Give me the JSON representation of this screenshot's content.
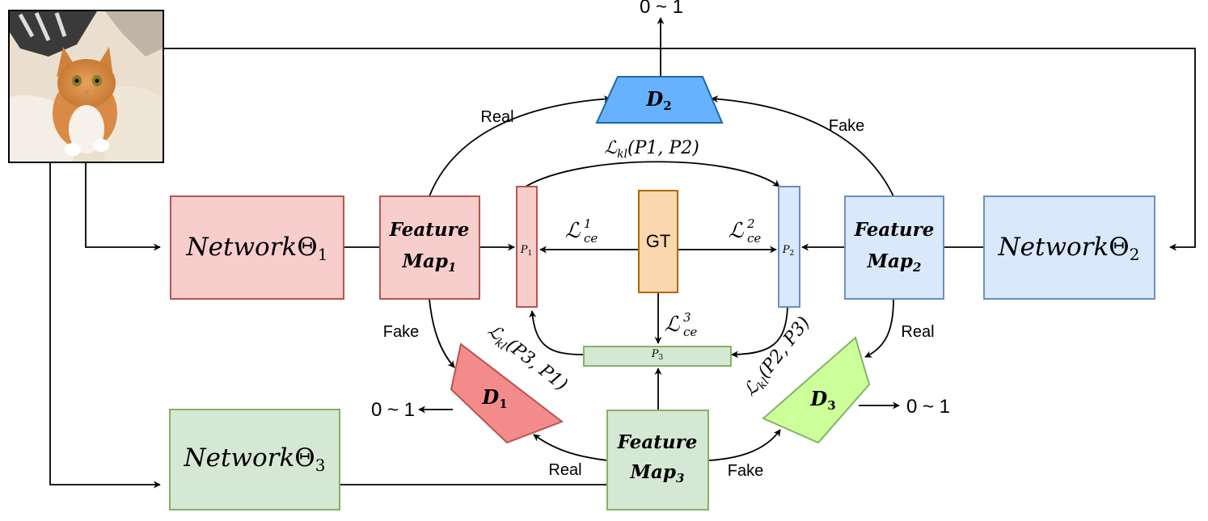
{
  "nodes": {
    "net1": {
      "main": "Network",
      "theta": "Θ",
      "sub": "1"
    },
    "net2": {
      "main": "Network",
      "theta": "Θ",
      "sub": "2"
    },
    "net3": {
      "main": "Network",
      "theta": "Θ",
      "sub": "3"
    },
    "fm1": {
      "line1": "Feature",
      "line2": "Map",
      "sub": "1"
    },
    "fm2": {
      "line1": "Feature",
      "line2": "Map",
      "sub": "2"
    },
    "fm3": {
      "line1": "Feature",
      "line2": "Map",
      "sub": "3"
    },
    "p1": {
      "label": "P",
      "sub": "1"
    },
    "p2": {
      "label": "P",
      "sub": "2"
    },
    "p3": {
      "label": "P",
      "sub": "3"
    },
    "gt": {
      "label": "GT"
    },
    "d1": {
      "label": "D",
      "sub": "1"
    },
    "d2": {
      "label": "D",
      "sub": "2"
    },
    "d3": {
      "label": "D",
      "sub": "3"
    }
  },
  "outputs": {
    "d1": "0 ~ 1",
    "d2": "0 ~ 1",
    "d3": "0 ~ 1"
  },
  "edge_labels": {
    "real_fm1_d2": "Real",
    "fake_fm2_d2": "Fake",
    "fake_fm1_d1": "Fake",
    "real_fm2_d3": "Real",
    "real_fm3_d1": "Real",
    "fake_fm3_d3": "Fake"
  },
  "losses": {
    "kl_p1_p2": {
      "L": "ℒ",
      "sub": "kl",
      "args": "(P1, P2)"
    },
    "kl_p3_p1": {
      "L": "ℒ",
      "sub": "kl",
      "args": "(P3, P1)"
    },
    "kl_p2_p3": {
      "L": "ℒ",
      "sub": "kl",
      "args": "(P2, P3)"
    },
    "ce1": {
      "L": "ℒ",
      "sub": "ce",
      "sup": "1"
    },
    "ce2": {
      "L": "ℒ",
      "sub": "ce",
      "sup": "2"
    },
    "ce3": {
      "L": "ℒ",
      "sub": "ce",
      "sup": "3"
    }
  },
  "colors": {
    "red_fill": "#f8cecc",
    "red_stroke": "#b85450",
    "blue_fill": "#dae8fc",
    "blue_stroke": "#6c8ebf",
    "green_fill": "#d5e8d4",
    "green_stroke": "#82b366",
    "orange_fill": "#fad7ac",
    "orange_stroke": "#b46504",
    "d1_fill": "#f48b8b",
    "d2_fill": "#66b2ff",
    "d3_fill": "#ccff99"
  },
  "image": {
    "subject": "cat-photo"
  }
}
